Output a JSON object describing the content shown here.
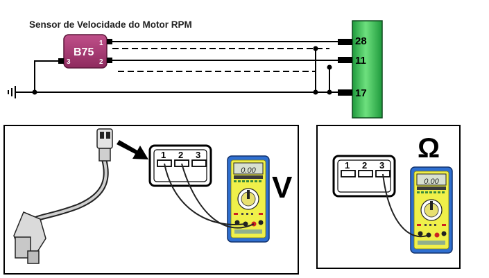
{
  "title": "Sensor de Velocidade do Motor RPM",
  "sensor": {
    "label": "B75",
    "pins": [
      "1",
      "2",
      "3"
    ],
    "color": "#b03a78"
  },
  "ecu": {
    "pins": [
      "28",
      "11",
      "17"
    ],
    "color": "#3ec35a"
  },
  "connector_pins": [
    "1",
    "2",
    "3"
  ],
  "panel_left": {
    "unit_symbol": "V",
    "display": "0.00"
  },
  "panel_right": {
    "unit_symbol": "Ω",
    "display": "0.00"
  },
  "colors": {
    "meter_body": "#2f6fd0",
    "meter_face": "#f0f04a",
    "display_bg": "#d8e0d0"
  }
}
